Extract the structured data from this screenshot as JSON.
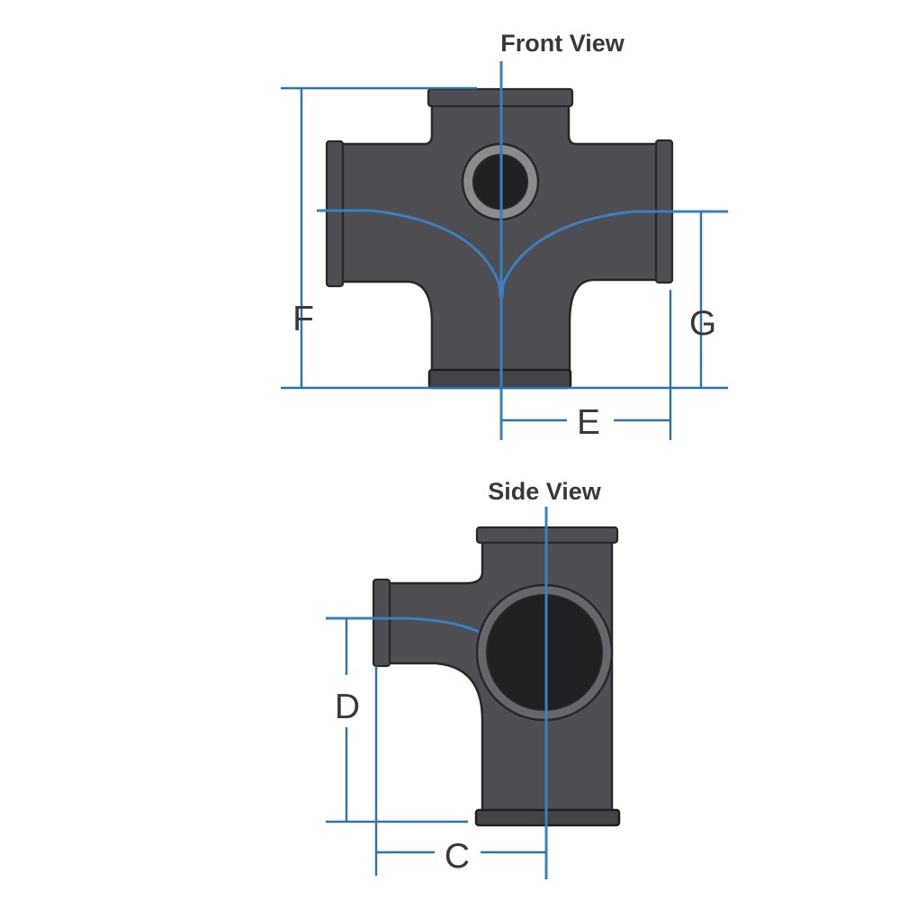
{
  "diagram": {
    "type": "pipe-fitting-dimension-drawing",
    "front_view": {
      "title": "Front View",
      "dimension_labels": {
        "f": "F",
        "g": "G",
        "e": "E"
      }
    },
    "side_view": {
      "title": "Side View",
      "dimension_labels": {
        "d": "D",
        "c": "C"
      }
    }
  },
  "colors": {
    "background": "#ffffff",
    "dimension_line": "#2e72ab",
    "centerline": "#3a80c0",
    "fitting_body": "#4e4e53",
    "fitting_outline": "#28282b",
    "fitting_outline_dark": "#1f1f23",
    "fitting_cuff_dark": "#434348",
    "fitting_ring_front": "#8b8b8e",
    "fitting_ring_side": "#67676b",
    "fitting_hole": "#201f22",
    "text_color": "#39393b"
  }
}
